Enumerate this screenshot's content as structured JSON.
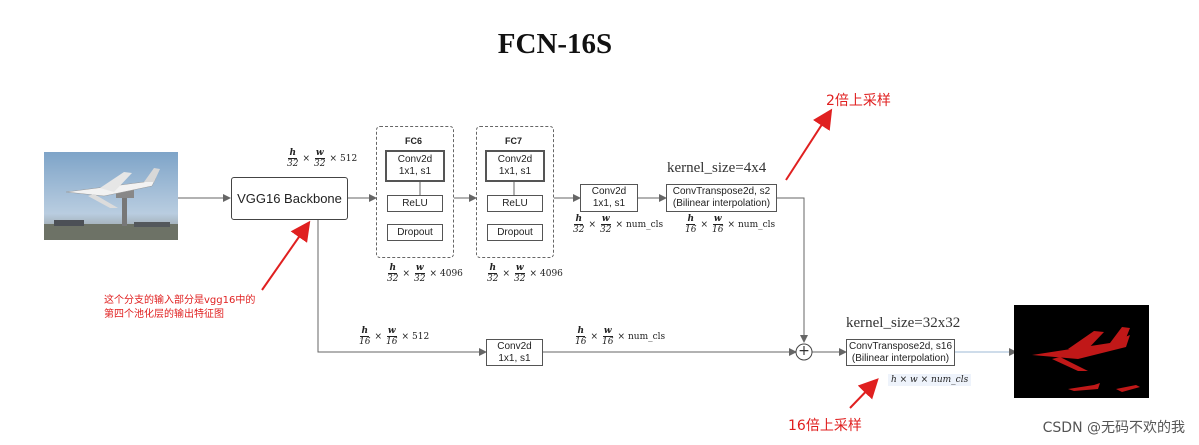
{
  "title": "FCN-16S",
  "boxes": {
    "backbone": "VGG16 Backbone",
    "fc6_title": "FC6",
    "fc7_title": "FC7",
    "conv2d": "Conv2d",
    "k1s1": "1x1, s1",
    "relu": "ReLU",
    "dropout": "Dropout",
    "convT_s2": "ConvTranspose2d, s2",
    "convT_s16": "ConvTranspose2d, s16",
    "bilinear": "(Bilinear interpolation)"
  },
  "formulas": {
    "h": "h",
    "w": "w",
    "d32": "32",
    "d16": "16",
    "times": "×",
    "c512": "512",
    "c4096": "4096",
    "num_cls": "num_cls",
    "final": "h × w × num_cls"
  },
  "kernel_labels": {
    "k4": "kernel_size=4x4",
    "k32": "kernel_size=32x32"
  },
  "annotations": {
    "up2": "2倍上采样",
    "up16": "16倍上采样",
    "branch_note_line1": "这个分支的输入部分是vgg16中的",
    "branch_note_line2": "第四个池化层的输出特征图"
  },
  "plus_symbol": "+",
  "watermark": "CSDN @无码不欢的我",
  "colors": {
    "annotation": "#e02020",
    "box_border": "#555555",
    "line": "#666666"
  }
}
